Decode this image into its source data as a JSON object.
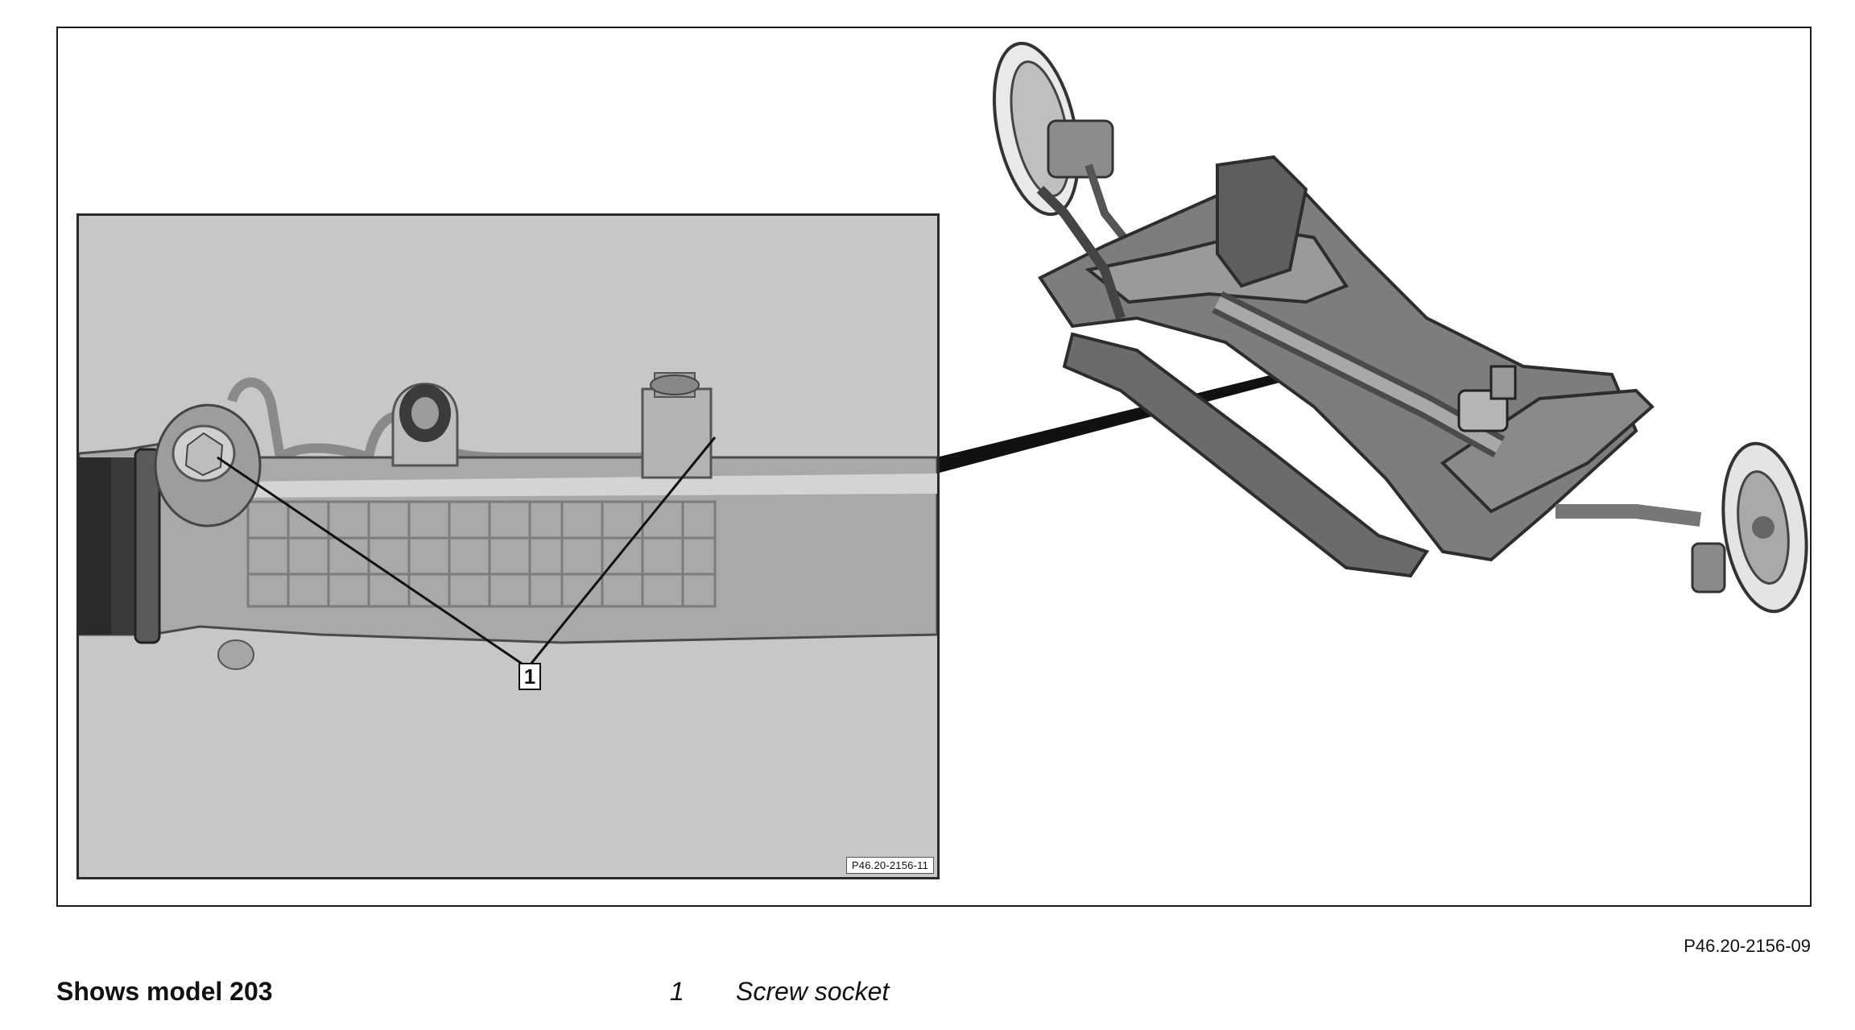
{
  "figure": {
    "inset_callout": "1",
    "inset_code": "P46.20-2156-11",
    "figure_code": "P46.20-2156-09"
  },
  "caption": {
    "title": "Shows model 203",
    "legend": [
      {
        "number": "1",
        "text": "Screw socket"
      }
    ]
  },
  "colors": {
    "inset_background": "#c7c7c7",
    "frame": "#1a1a1a"
  }
}
